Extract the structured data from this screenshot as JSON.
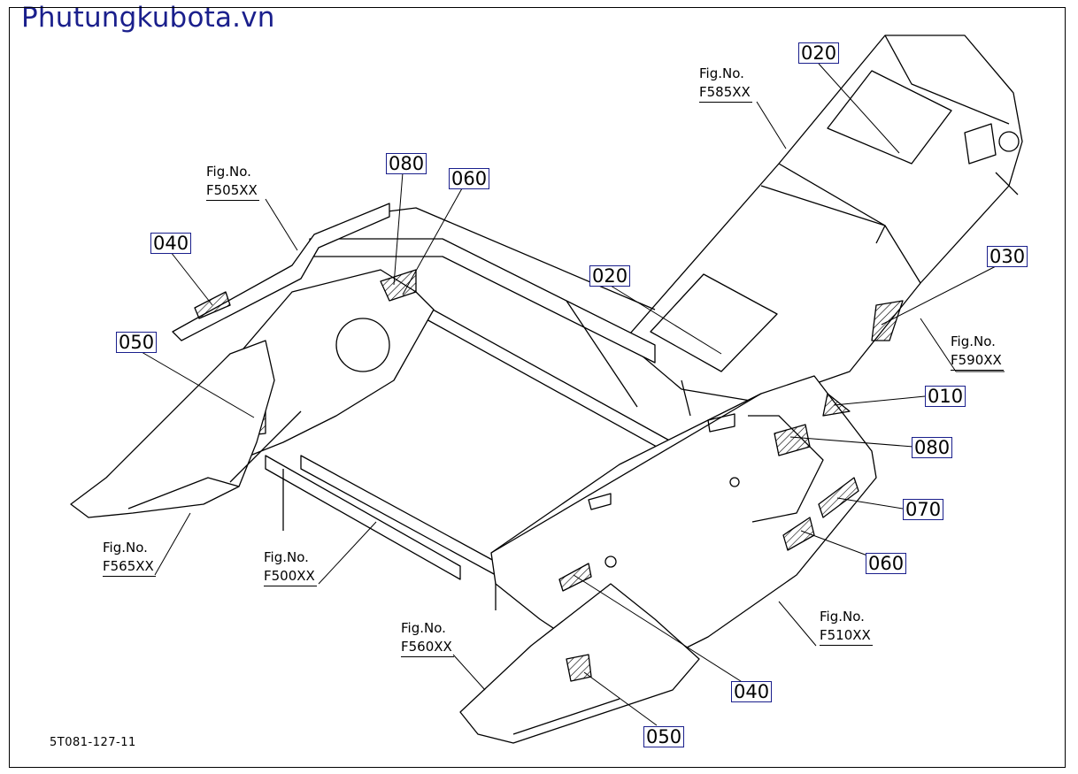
{
  "header": {
    "site_title": "Phutungkubota.vn"
  },
  "document_id": "5T081-127-11",
  "callouts": [
    {
      "label": "020"
    },
    {
      "label": "080"
    },
    {
      "label": "060"
    },
    {
      "label": "040"
    },
    {
      "label": "020"
    },
    {
      "label": "030"
    },
    {
      "label": "050"
    },
    {
      "label": "010"
    },
    {
      "label": "080"
    },
    {
      "label": "070"
    },
    {
      "label": "060"
    },
    {
      "label": "040"
    },
    {
      "label": "050"
    }
  ],
  "figure_refs": [
    {
      "prefix": "Fig.No.",
      "code": "F585XX"
    },
    {
      "prefix": "Fig.No.",
      "code": "F505XX"
    },
    {
      "prefix": "Fig.No.",
      "code": "F590XX"
    },
    {
      "prefix": "Fig.No.",
      "code": "F565XX"
    },
    {
      "prefix": "Fig.No.",
      "code": "F500XX"
    },
    {
      "prefix": "Fig.No.",
      "code": "F510XX"
    },
    {
      "prefix": "Fig.No.",
      "code": "F560XX"
    }
  ]
}
